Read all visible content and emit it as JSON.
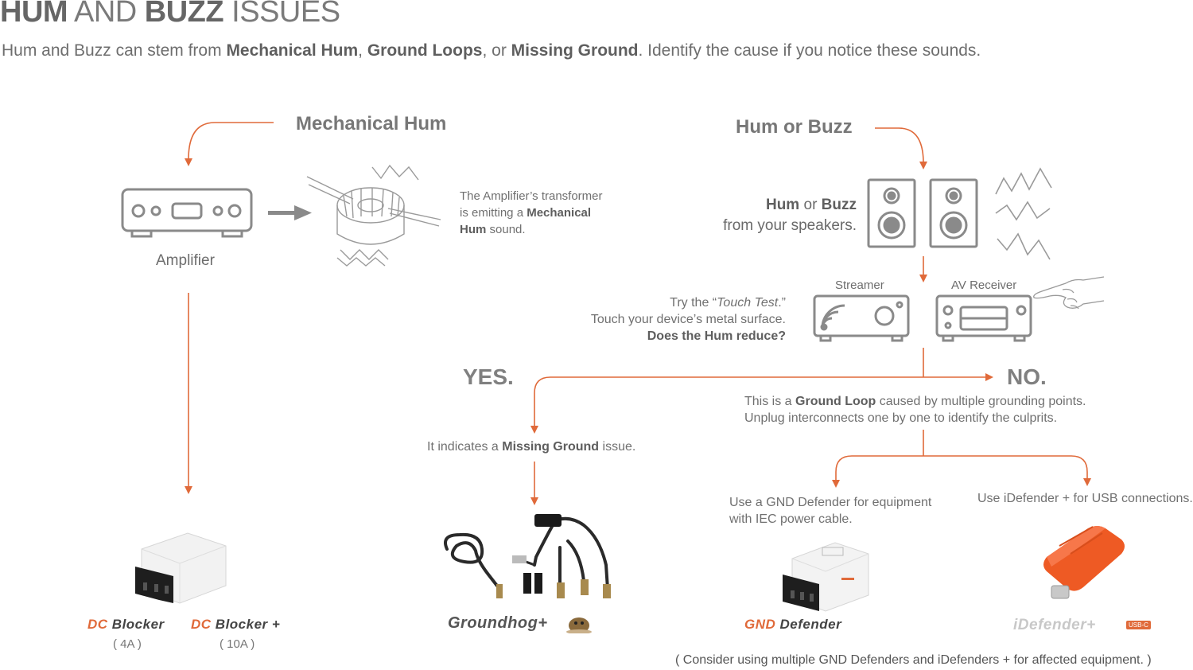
{
  "header": {
    "title_1": "HUM",
    "title_2": " AND ",
    "title_3": "BUZZ",
    "title_4": " ISSUES",
    "subtitle_1": "Hum and Buzz can stem from ",
    "subtitle_2": "Mechanical Hum",
    "subtitle_3": ", ",
    "subtitle_4": "Ground Loops",
    "subtitle_5": ", or ",
    "subtitle_6": "Missing Ground",
    "subtitle_7": ". Identify the cause if you notice these sounds."
  },
  "left": {
    "heading": "Mechanical Hum",
    "amplifier_label": "Amplifier",
    "transformer_1": "The Amplifier’s transformer",
    "transformer_2": "is emitting a ",
    "transformer_3": "Mechanical",
    "transformer_4": "Hum",
    "transformer_5": " sound."
  },
  "right": {
    "heading": "Hum or Buzz",
    "speakers_1": "Hum",
    "speakers_2": " or ",
    "speakers_3": "Buzz",
    "speakers_4": "from your speakers.",
    "streamer_label": "Streamer",
    "receiver_label": "AV Receiver",
    "touch_1": "Try the “",
    "touch_2": "Touch Test",
    "touch_3": ".”",
    "touch_4": "Touch your device’s metal surface.",
    "touch_5": "Does the Hum reduce?"
  },
  "branches": {
    "yes": "YES.",
    "no": "NO.",
    "yes_text_1": "It indicates a ",
    "yes_text_2": "Missing Ground",
    "yes_text_3": " issue.",
    "no_text_1": "This is a ",
    "no_text_2": "Ground Loop",
    "no_text_3": " caused by multiple grounding points.",
    "no_text_4": "Unplug interconnects one by one to identify the culprits.",
    "gnd_text_1": "Use a GND Defender for equipment",
    "gnd_text_2": "with IEC power cable.",
    "idef_text": "Use iDefender + for USB connections."
  },
  "products": {
    "dc_blocker_a": "DC",
    "dc_blocker_b": " Blocker",
    "dc_blocker_amps": "( 4A )",
    "dc_blocker_plus_a": "DC",
    "dc_blocker_plus_b": " Blocker +",
    "dc_blocker_plus_amps": "( 10A )",
    "groundhog": "Groundhog+",
    "gnd_defender_a": "GND",
    "gnd_defender_b": " Defender",
    "idefender": "iDefender+",
    "idefender_badge": "USB-C"
  },
  "footer_note": "( Consider using multiple GND Defenders and iDefenders + for affected equipment. )",
  "colors": {
    "accent": "#e06a3a",
    "text": "#6f6f6f",
    "device_line": "#8a8a8a"
  },
  "icons": [
    "amplifier-icon",
    "transformer-icon",
    "speaker-icon",
    "streamer-icon",
    "av-receiver-icon",
    "hand-icon",
    "dc-blocker-icon",
    "groundhog-icon",
    "gnd-defender-icon",
    "idefender-icon"
  ]
}
